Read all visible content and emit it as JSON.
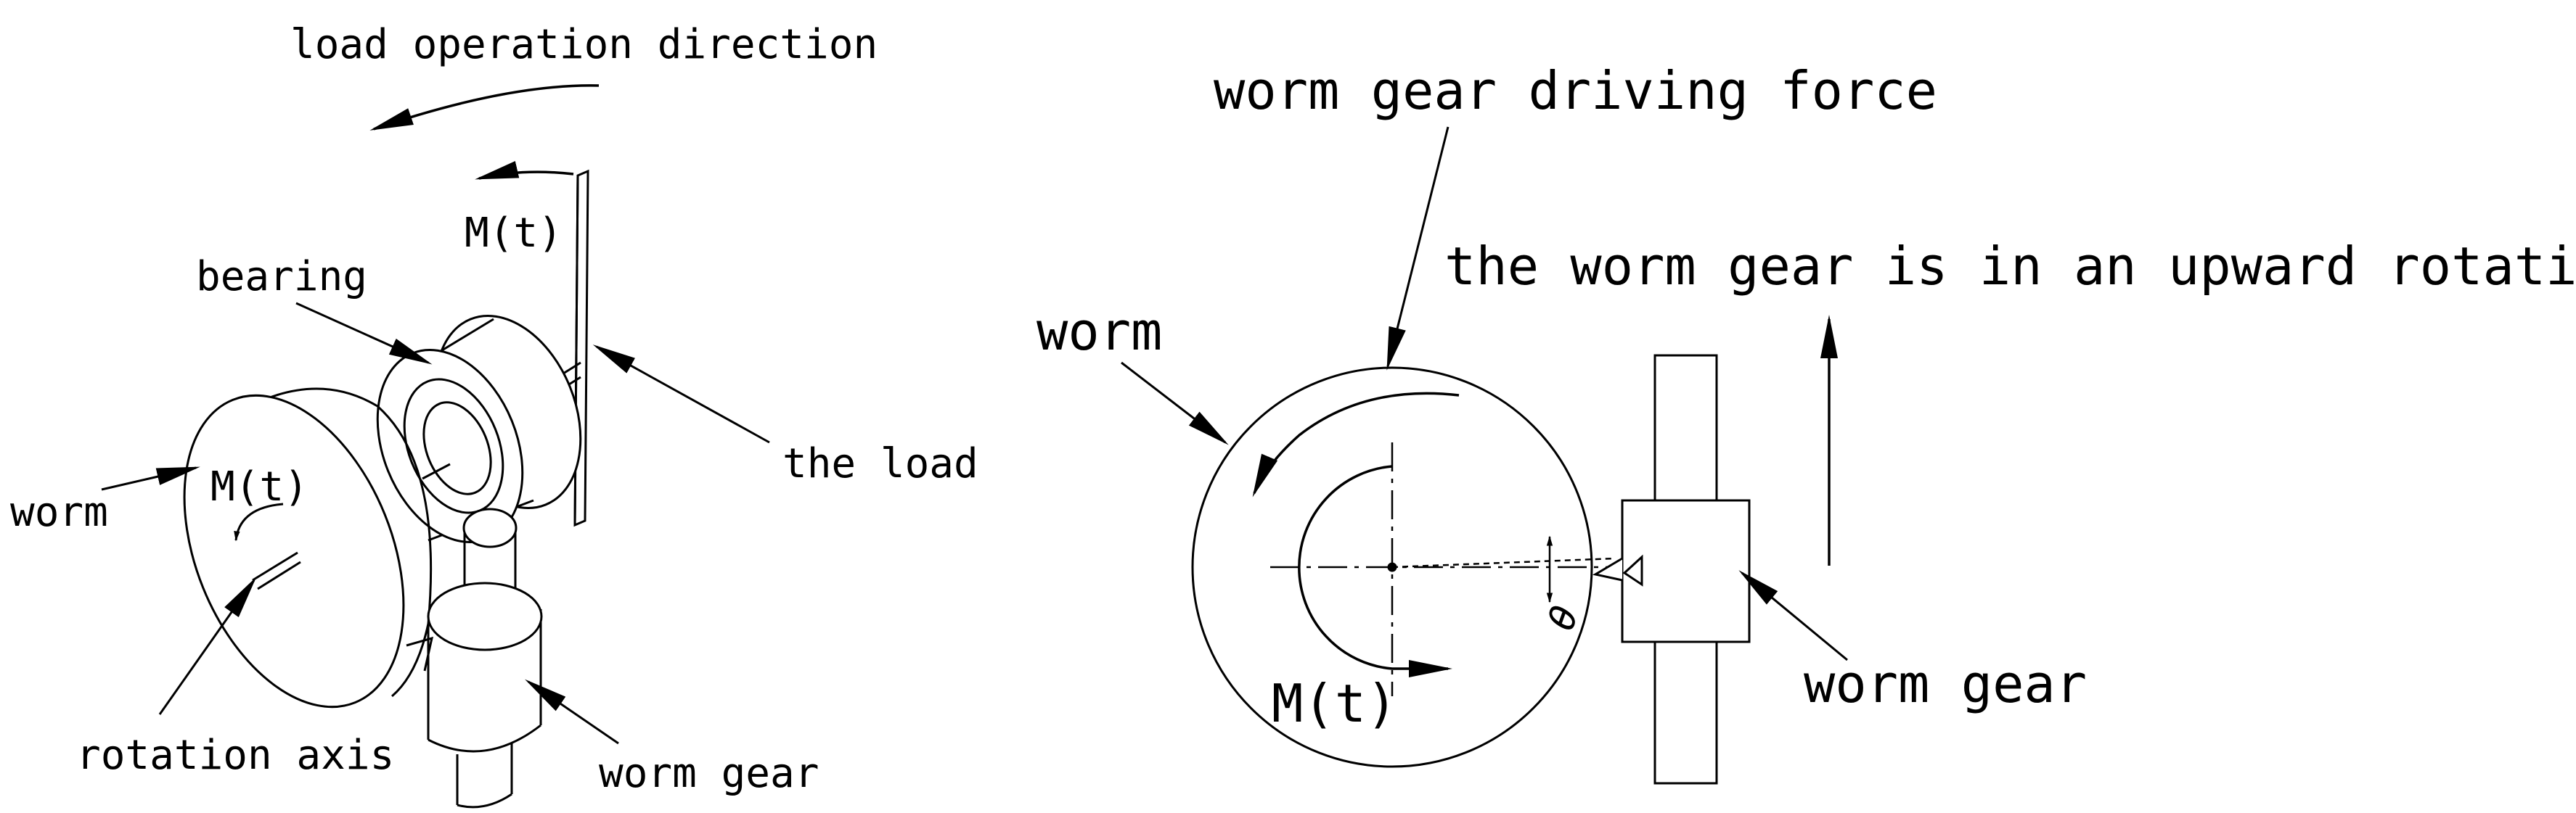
{
  "left_view": {
    "load_operation_direction": "load operation direction",
    "moment_top": "M(t)",
    "bearing": "bearing",
    "the_load": "the load",
    "worm": "worm",
    "moment_worm": "M(t)",
    "rotation_axis": "rotation axis",
    "worm_gear": "worm gear"
  },
  "right_view": {
    "worm_gear_driving_force": "worm gear driving force",
    "upward_rotation_state": "the worm gear is in an upward rotation state",
    "worm": "worm",
    "moment": "M(t)",
    "angle_symbol": "θ",
    "worm_gear": "worm gear"
  },
  "colors": {
    "ink": "#000000",
    "background": "#ffffff"
  }
}
